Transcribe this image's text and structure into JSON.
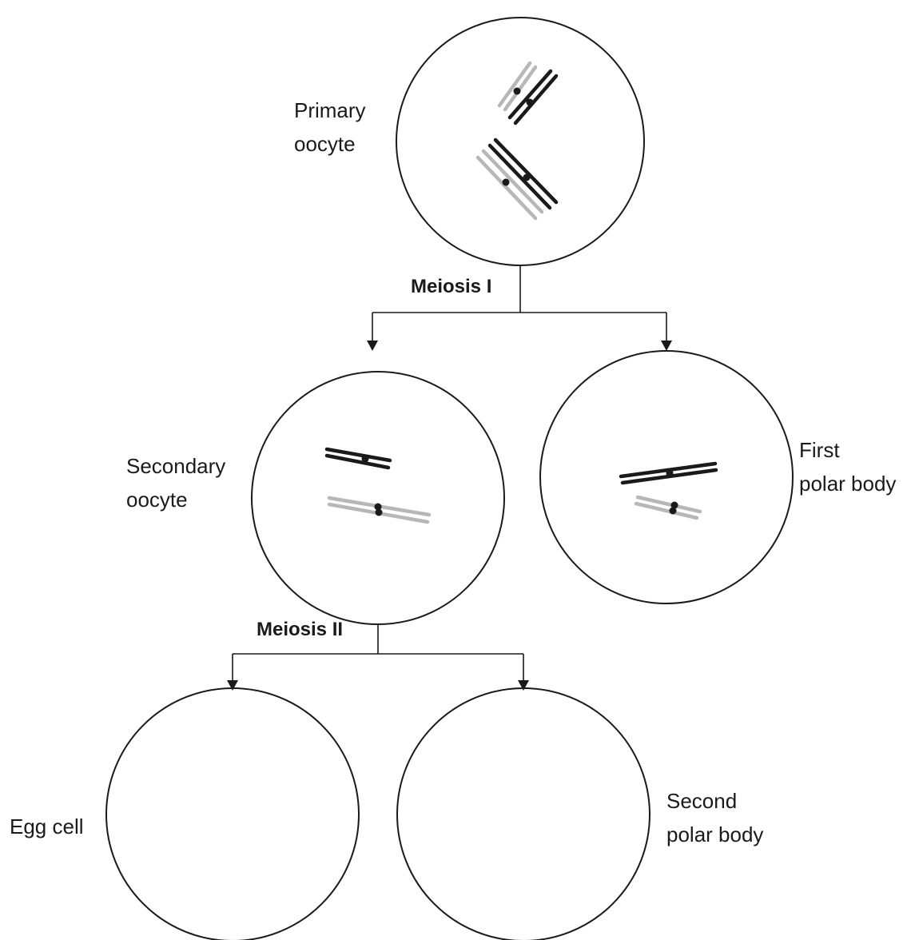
{
  "colors": {
    "maternal_chromosome": "#1a1a1a",
    "paternal_chromosome": "#b7b7b7",
    "centromere": "#1a1a1a",
    "outline": "#1a1a1a"
  },
  "cells": {
    "primary_oocyte": {
      "label_line1": "Primary",
      "label_line2": "oocyte"
    },
    "secondary_oocyte": {
      "label_line1": "Secondary",
      "label_line2": "oocyte"
    },
    "first_polar_body": {
      "label_line1": "First",
      "label_line2": "polar body"
    },
    "egg_cell": {
      "label": "Egg cell"
    },
    "second_polar_body": {
      "label_line1": "Second",
      "label_line2": "polar body"
    }
  },
  "stages": {
    "meiosis_1": "Meiosis I",
    "meiosis_2": "Meiosis II"
  }
}
